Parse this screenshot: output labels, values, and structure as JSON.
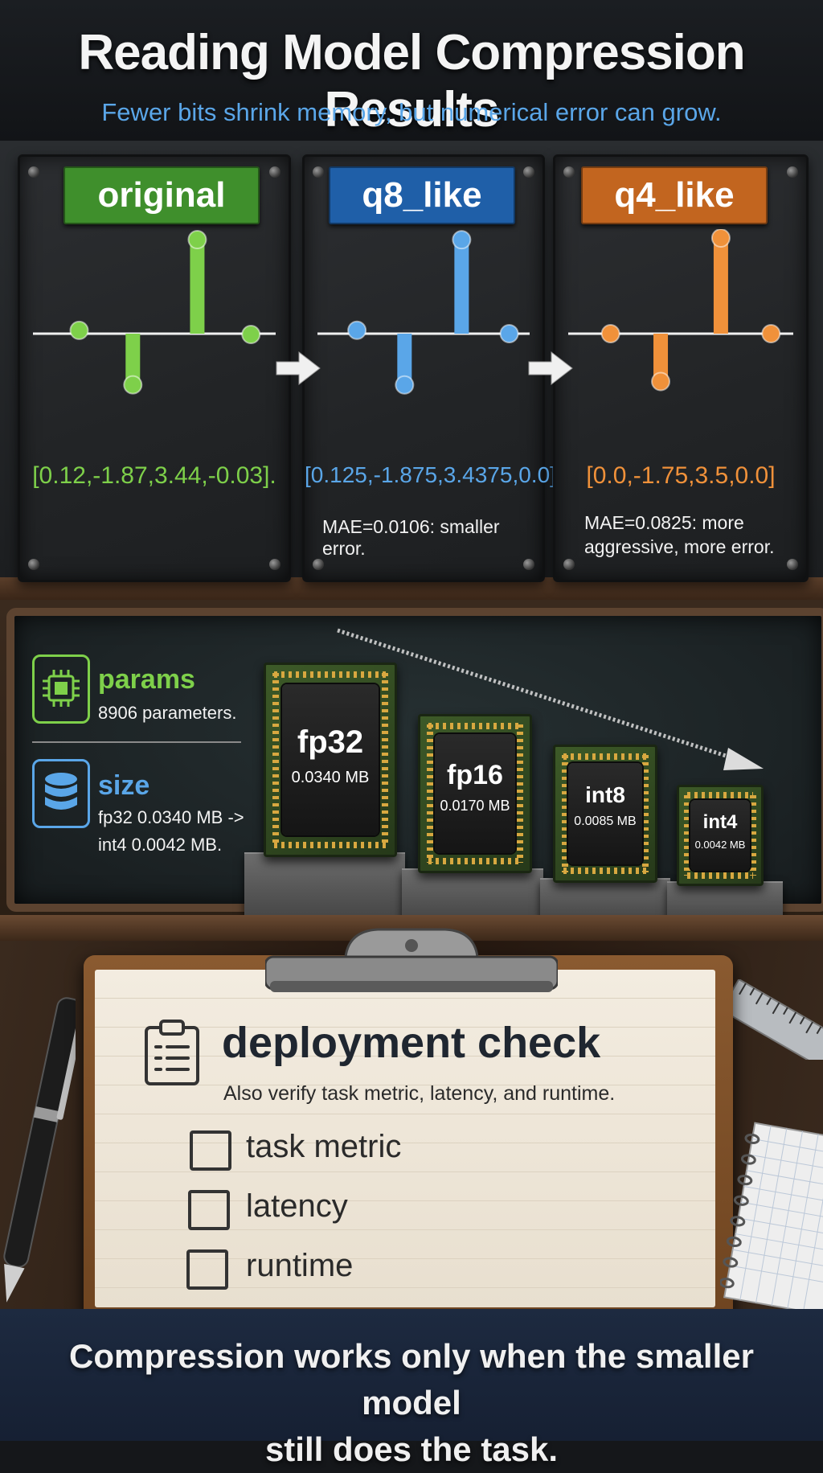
{
  "header": {
    "title": "Reading Model Compression Results",
    "subtitle": "Fewer bits shrink memory, but numerical error can grow."
  },
  "panels": [
    {
      "label": "original",
      "values": [
        0.12,
        -1.87,
        3.44,
        -0.03
      ],
      "vector_text": "[0.12,-1.87,3.44,-0.03].",
      "note": "",
      "badge_color": "#3f8f2c",
      "accent": "#7ed04a"
    },
    {
      "label": "q8_like",
      "values": [
        0.125,
        -1.875,
        3.4375,
        0.0
      ],
      "vector_text": "[0.125,-1.875,3.4375,0.0]",
      "note": "MAE=0.0106: smaller error.",
      "badge_color": "#1f5fa8",
      "accent": "#5aa6e8"
    },
    {
      "label": "q4_like",
      "values": [
        0.0,
        -1.75,
        3.5,
        0.0
      ],
      "vector_text": "[0.0,-1.75,3.5,0.0]",
      "note": "MAE=0.0825: more aggressive, more error.",
      "badge_color": "#c2651f",
      "accent": "#f0913a"
    }
  ],
  "info": {
    "params": {
      "title": "params",
      "text": "8906 parameters.",
      "color": "#7ed04a"
    },
    "size": {
      "title": "size",
      "text_line1": "fp32 0.0340 MB ->",
      "text_line2": "int4 0.0042 MB.",
      "color": "#5aa6e8"
    }
  },
  "chips": [
    {
      "name": "fp32",
      "size": "0.0340 MB",
      "mb": 0.034
    },
    {
      "name": "fp16",
      "size": "0.0170 MB",
      "mb": 0.017
    },
    {
      "name": "int8",
      "size": "0.0085 MB",
      "mb": 0.0085
    },
    {
      "name": "int4",
      "size": "0.0042 MB",
      "mb": 0.0042
    }
  ],
  "checklist": {
    "title": "deployment check",
    "subtitle": "Also verify task metric, latency, and runtime.",
    "items": [
      "task metric",
      "latency",
      "runtime"
    ]
  },
  "footer": {
    "line1": "Compression works only when the smaller model",
    "line2": "still does the task."
  }
}
